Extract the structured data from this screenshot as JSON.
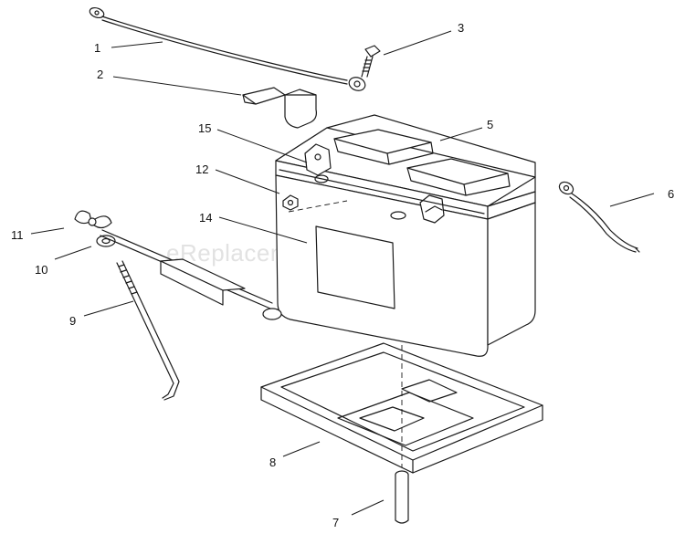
{
  "watermark": "eReplacementParts.com",
  "callouts": [
    {
      "id": "1",
      "label": "1"
    },
    {
      "id": "2",
      "label": "2"
    },
    {
      "id": "3",
      "label": "3"
    },
    {
      "id": "5",
      "label": "5"
    },
    {
      "id": "6",
      "label": "6"
    },
    {
      "id": "7",
      "label": "7"
    },
    {
      "id": "8",
      "label": "8"
    },
    {
      "id": "9",
      "label": "9"
    },
    {
      "id": "10",
      "label": "10"
    },
    {
      "id": "11",
      "label": "11"
    },
    {
      "id": "12",
      "label": "12"
    },
    {
      "id": "14",
      "label": "14"
    },
    {
      "id": "15",
      "label": "15"
    }
  ]
}
